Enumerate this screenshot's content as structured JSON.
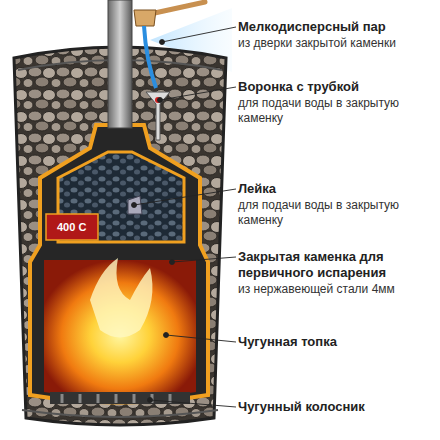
{
  "diagram": {
    "labels": [
      "Мелкодисперсный пар",
      "из дверки закрытой каменки",
      "Воронка с трубкой",
      "для подачи воды в закрытую каменку",
      "Лейка",
      "для подачи воды в закрытую каменку",
      "Закрытая каменка для первичного испарения",
      "из нержавеющей стали 4мм",
      "Чугунная топка",
      "Чугунный колосник",
      "400 С"
    ]
  }
}
